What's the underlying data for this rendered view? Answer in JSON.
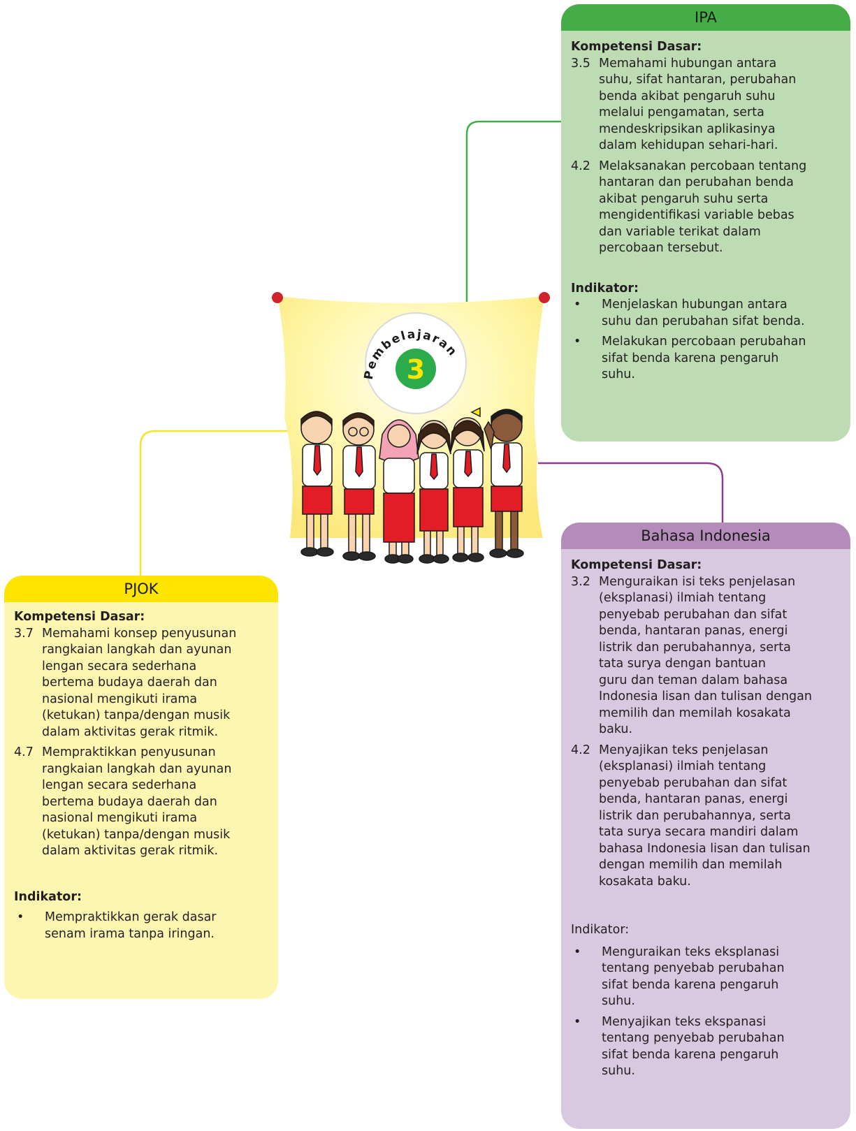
{
  "lesson": {
    "badge_word": "Pembelajaran",
    "badge_number": "3",
    "colors": {
      "badge_green": "#2bab4a",
      "badge_number": "#fde500",
      "poster": "#fff6a8",
      "pin": "#d0222b"
    }
  },
  "ipa": {
    "title": "IPA",
    "kd_heading": "Kompetensi Dasar:",
    "kd_items": [
      {
        "num": "3.5",
        "text": "Memahami hubungan   antara\nsuhu, sifat hantaran, perubahan\nbenda akibat pengaruh suhu\nmelalui pengamatan, serta\nmendeskripsikan aplikasinya\ndalam kehidupan sehari-hari."
      },
      {
        "num": "4.2",
        "text": "Melaksanakan percobaan tentang\nhantaran dan perubahan benda\nakibat pengaruh suhu serta\nmengidentifikasi variable bebas\ndan variable terikat dalam\npercobaan tersebut."
      }
    ],
    "ind_heading": "Indikator:",
    "indicators": [
      "Menjelaskan hubungan antara\nsuhu dan perubahan sifat benda.",
      "Melakukan percobaan perubahan\nsifat benda karena pengaruh\nsuhu."
    ],
    "colors": {
      "header": "#45ad48",
      "body": "#bddcb4",
      "connector": "#45ad48"
    }
  },
  "bahasa": {
    "title": "Bahasa Indonesia",
    "kd_heading": "Kompetensi Dasar:",
    "kd_items": [
      {
        "num": "3.2",
        "text": "Menguraikan isi teks penjelasan\n(eksplanasi) ilmiah tentang\npenyebab perubahan dan sifat\nbenda, hantaran panas, energi\nlistrik dan perubahannya, serta\ntata surya dengan bantuan\nguru dan teman dalam bahasa\nIndonesia lisan dan tulisan dengan\nmemilih dan memilah kosakata\nbaku."
      },
      {
        "num": "4.2",
        "text": "Menyajikan teks penjelasan\n(eksplanasi) ilmiah tentang\npenyebab perubahan dan sifat\nbenda, hantaran panas, energi\nlistrik dan perubahannya, serta\ntata surya secara mandiri dalam\nbahasa Indonesia lisan dan tulisan\ndengan memilih dan memilah\nkosakata baku."
      }
    ],
    "ind_heading": "Indikator:",
    "indicators": [
      "Menguraikan teks eksplanasi\ntentang  penyebab perubahan\nsifat benda karena pengaruh\nsuhu.",
      "Menyajikan teks ekspanasi\ntentang penyebab perubahan\nsifat benda karena pengaruh\nsuhu."
    ],
    "colors": {
      "header": "#b48cb9",
      "body": "#d8c9e0",
      "connector": "#8c3c8c"
    }
  },
  "pjok": {
    "title": "PJOK",
    "kd_heading": "Kompetensi Dasar:",
    "kd_items": [
      {
        "num": "3.7",
        "text": "Memahami konsep penyusunan\nrangkaian langkah dan ayunan\nlengan secara sederhana\nbertema budaya daerah dan\nnasional mengikuti irama\n(ketukan) tanpa/dengan musik\ndalam aktivitas gerak ritmik."
      },
      {
        "num": "4.7",
        "text": "Mempraktikkan penyusunan\nrangkaian langkah dan ayunan\nlengan secara sederhana\nbertema budaya daerah dan\nnasional mengikuti irama\n(ketukan) tanpa/dengan musik\ndalam aktivitas gerak ritmik."
      }
    ],
    "ind_heading": "Indikator:",
    "indicators": [
      "Mempraktikkan gerak dasar\nsenam irama tanpa iringan."
    ],
    "colors": {
      "header": "#fde500",
      "body": "#fdf6b1",
      "connector": "#f3e42a"
    }
  }
}
